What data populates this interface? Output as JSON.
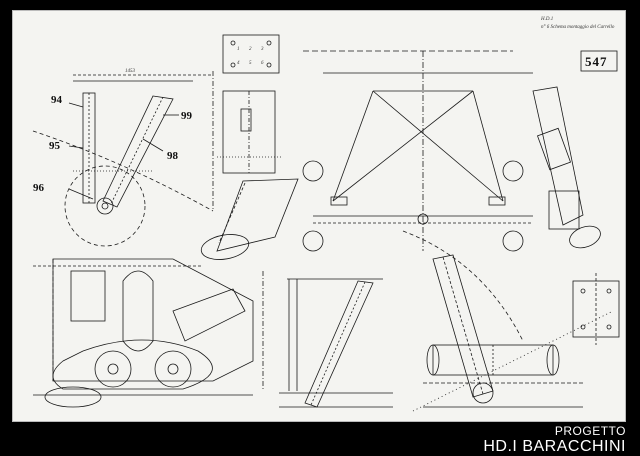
{
  "sheet": {
    "header_line1": "H.D.1",
    "header_line2": "n° 6 Schema montaggio del Carrello",
    "sheet_number": "547"
  },
  "part_numbers": [
    "94",
    "95",
    "96",
    "98",
    "99"
  ],
  "dimension_marks": [
    "1453",
    "1",
    "2",
    "3",
    "4",
    "5",
    "6"
  ],
  "credit": {
    "line1": "PROGETTO",
    "line2": "HD.I BARACCHINI"
  }
}
